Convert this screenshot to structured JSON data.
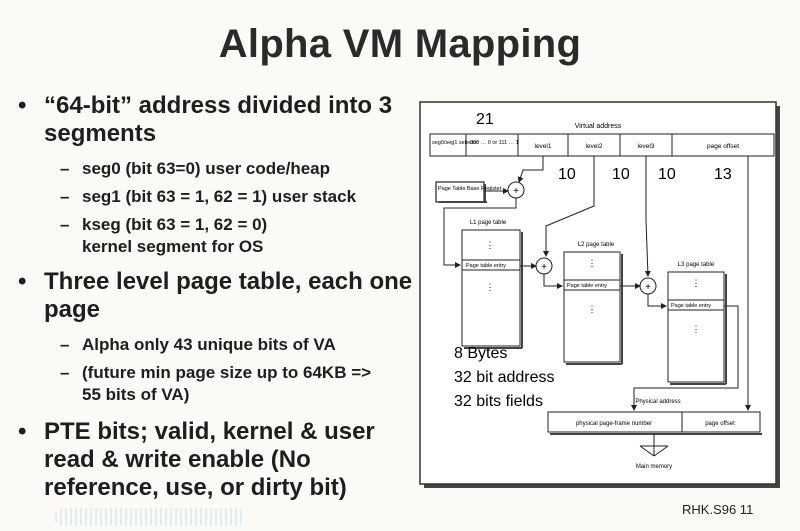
{
  "title": "Alpha VM Mapping",
  "bullets": [
    {
      "text": "“64-bit” address divided into 3 segments",
      "sub": [
        "seg0 (bit 63=0) user code/heap",
        "seg1 (bit 63 = 1, 62 = 1) user stack",
        "kseg (bit 63 = 1, 62 = 0) kernel segment for OS"
      ]
    },
    {
      "text": "Three level page table, each one page",
      "sub": [
        "Alpha only 43 unique bits of VA",
        "(future min page size up to 64KB => 55 bits of VA)"
      ]
    },
    {
      "text": "PTE bits; valid, kernel & user read & write enable (No reference, use, or dirty bit)",
      "sub": []
    }
  ],
  "bullet_glyph": "•",
  "dash_glyph": "–",
  "diagram": {
    "va_title": "Virtual address",
    "width_21": "21",
    "va_fields": [
      "seg0/seg1 selector",
      "000 … 0 or 111 … 1",
      "level1",
      "level2",
      "level3",
      "page offset"
    ],
    "widths": [
      "10",
      "10",
      "10",
      "13"
    ],
    "ptbr": "Page Table Base Register",
    "l1": "L1 page table",
    "l2": "L2 page table",
    "l3": "L3 page table",
    "pte": "Page table entry",
    "ellipsis": "⋮",
    "bytes": "8 Bytes",
    "addr": "32 bit address",
    "fields": "32 bits fields",
    "pa_title": "Physical address",
    "pfn": "physical page-frame number",
    "po": "page offset",
    "mem": "Main memory"
  },
  "footer": "RHK.S96  11"
}
